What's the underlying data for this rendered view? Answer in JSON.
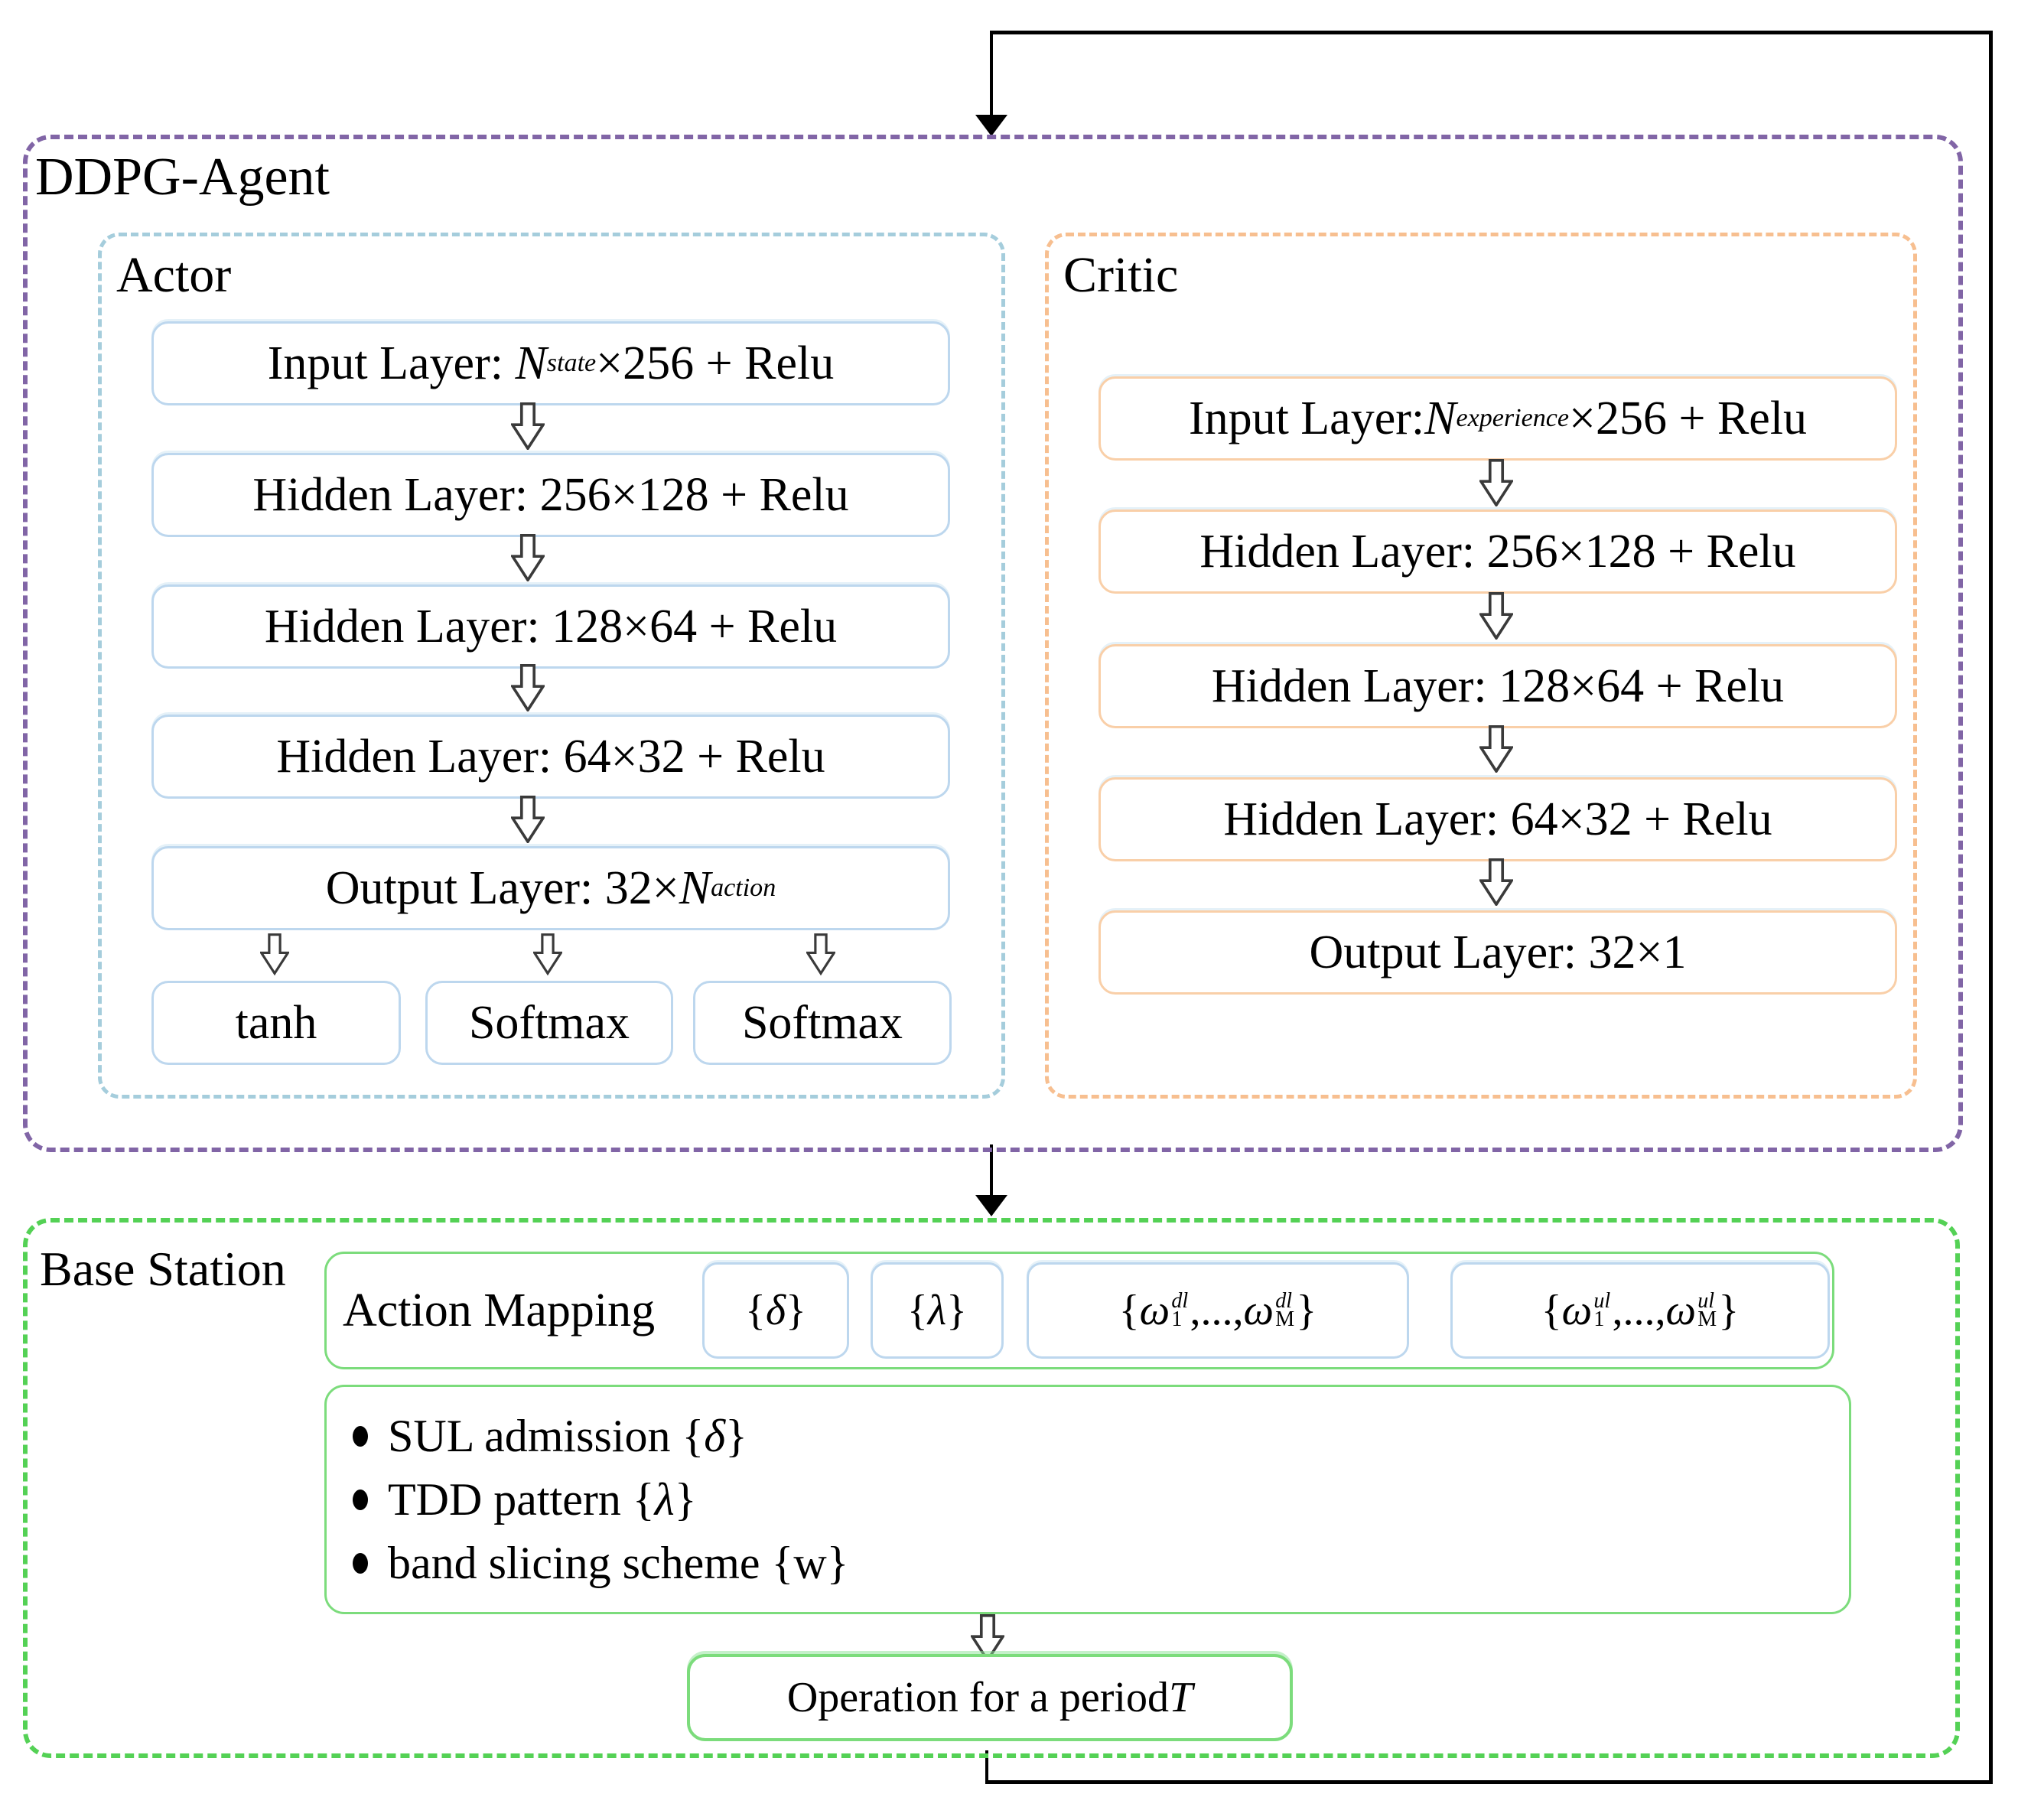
{
  "colors": {
    "agent_border": "#8165A6",
    "actor_border": "#A5CDDC",
    "actor_layer_border": "#BDD7EE",
    "critic_border": "#F7BF90",
    "critic_layer_border": "#F9CFA8",
    "station_border": "#54D155",
    "station_inner_border": "#7CDC7C",
    "mapping_set_border": "#BDD7EE",
    "flow_line": "#000000"
  },
  "agent": {
    "label": "DDPG-Agent",
    "actor": {
      "label": "Actor",
      "layers": [
        {
          "html": "Input Layer:&nbsp; <i>N</i><sub><i>state</i></sub> ×256 + Relu"
        },
        {
          "html": "Hidden Layer: 256×128 + Relu"
        },
        {
          "html": "Hidden Layer: 128×64 + Relu"
        },
        {
          "html": "Hidden Layer: 64×32 + Relu"
        },
        {
          "html": "Output Layer: 32× <i>N</i><sub><i>action</i></sub>"
        }
      ],
      "activations": [
        {
          "label": "tanh"
        },
        {
          "label": "Softmax"
        },
        {
          "label": "Softmax"
        }
      ]
    },
    "critic": {
      "label": "Critic",
      "layers": [
        {
          "html": "Input Layer: <i>N</i><sub><i>experience</i></sub>×256 + Relu"
        },
        {
          "html": "Hidden Layer: 256×128 + Relu"
        },
        {
          "html": "Hidden Layer: 128×64 + Relu"
        },
        {
          "html": "Hidden Layer: 64×32 + Relu"
        },
        {
          "html": "Output Layer: 32×1"
        }
      ]
    }
  },
  "base_station": {
    "label": "Base Station",
    "action_mapping": {
      "label": "Action Mapping",
      "sets": [
        {
          "html": "{<i>δ</i>}"
        },
        {
          "html": "{<i>λ</i>}"
        },
        {
          "html": "{ <i>ω</i><span class='ss'><span class='t'>dl</span><span class='u'>1</span></span>,...,<i>ω</i><span class='ss'><span class='t'>dl</span><span class='u'>M</span></span> }"
        },
        {
          "html": "{ <i>ω</i><span class='ss'><span class='t'>ul</span><span class='u'>1</span></span>,...,<i>ω</i><span class='ss'><span class='t'>ul</span><span class='u'>M</span></span> }"
        }
      ]
    },
    "decisions": [
      {
        "html": "SUL admission {<i>δ</i>}"
      },
      {
        "html": "TDD pattern {<i>λ</i>}"
      },
      {
        "html": "band slicing scheme {w}"
      }
    ],
    "operation": {
      "html": "Operation for a period <i>T</i>"
    }
  }
}
